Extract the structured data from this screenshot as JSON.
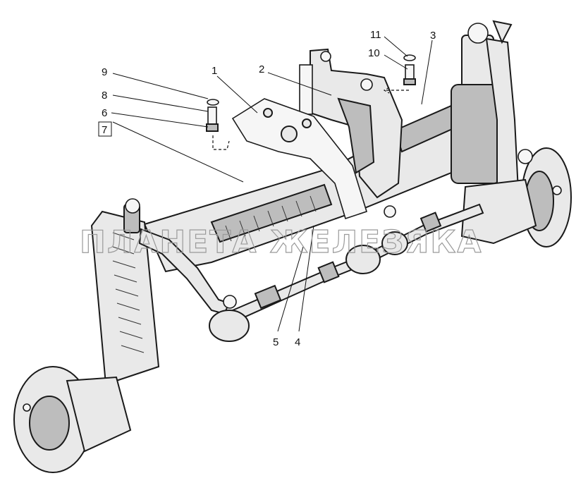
{
  "callouts": [
    {
      "id": "c1",
      "label": "1"
    },
    {
      "id": "c2",
      "label": "2"
    },
    {
      "id": "c3",
      "label": "3"
    },
    {
      "id": "c4",
      "label": "4"
    },
    {
      "id": "c5",
      "label": "5"
    },
    {
      "id": "c6",
      "label": "6"
    },
    {
      "id": "c7",
      "label": "7"
    },
    {
      "id": "c8",
      "label": "8"
    },
    {
      "id": "c9",
      "label": "9"
    },
    {
      "id": "c10",
      "label": "10"
    },
    {
      "id": "c11",
      "label": "11"
    }
  ],
  "watermark": "ПЛАНЕТА ЖЕЛЕЗЯКА",
  "colors": {
    "ink": "#111111",
    "shade": "#bdbdbd",
    "fill": "#e9e9e9",
    "watermark": "#9a9a9a"
  }
}
